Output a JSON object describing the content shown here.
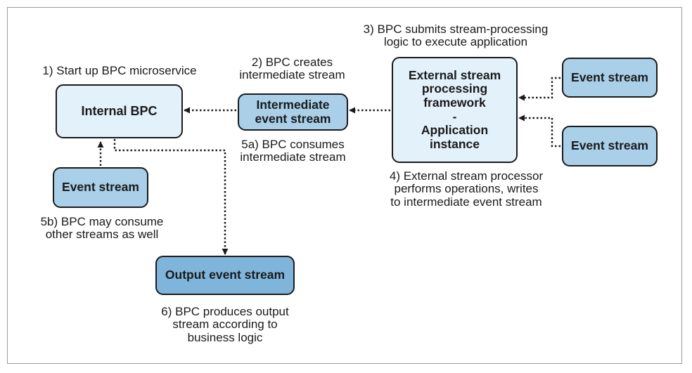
{
  "boxes": {
    "internal_bpc": "Internal BPC",
    "intermediate_l1": "Intermediate",
    "intermediate_l2": "event stream",
    "external_l1": "External stream",
    "external_l2": "processing",
    "external_l3": "framework",
    "external_l4": "-",
    "external_l5": "Application",
    "external_l6": "instance",
    "event_stream_top": "Event stream",
    "event_stream_bottom": "Event stream",
    "event_stream_left": "Event stream",
    "output_stream": "Output event stream"
  },
  "labels": {
    "step1": [
      "1) Start up BPC microservice"
    ],
    "step2": [
      "2) BPC creates",
      "intermediate stream"
    ],
    "step3": [
      "3) BPC submits stream-processing",
      "logic to execute application"
    ],
    "step4": [
      "4) External stream processor",
      "performs operations, writes",
      "to intermediate event stream"
    ],
    "step5a": [
      "5a) BPC consumes",
      "intermediate stream"
    ],
    "step5b": [
      "5b) BPC may consume",
      "other streams as well"
    ],
    "step6": [
      "6) BPC produces output",
      "stream according to",
      "business logic"
    ]
  },
  "colors": {
    "light_fill": "#e3f1fb",
    "mid_fill": "#a9cfe9",
    "dark_fill": "#7fb5db",
    "stroke": "#1a1a1a"
  }
}
